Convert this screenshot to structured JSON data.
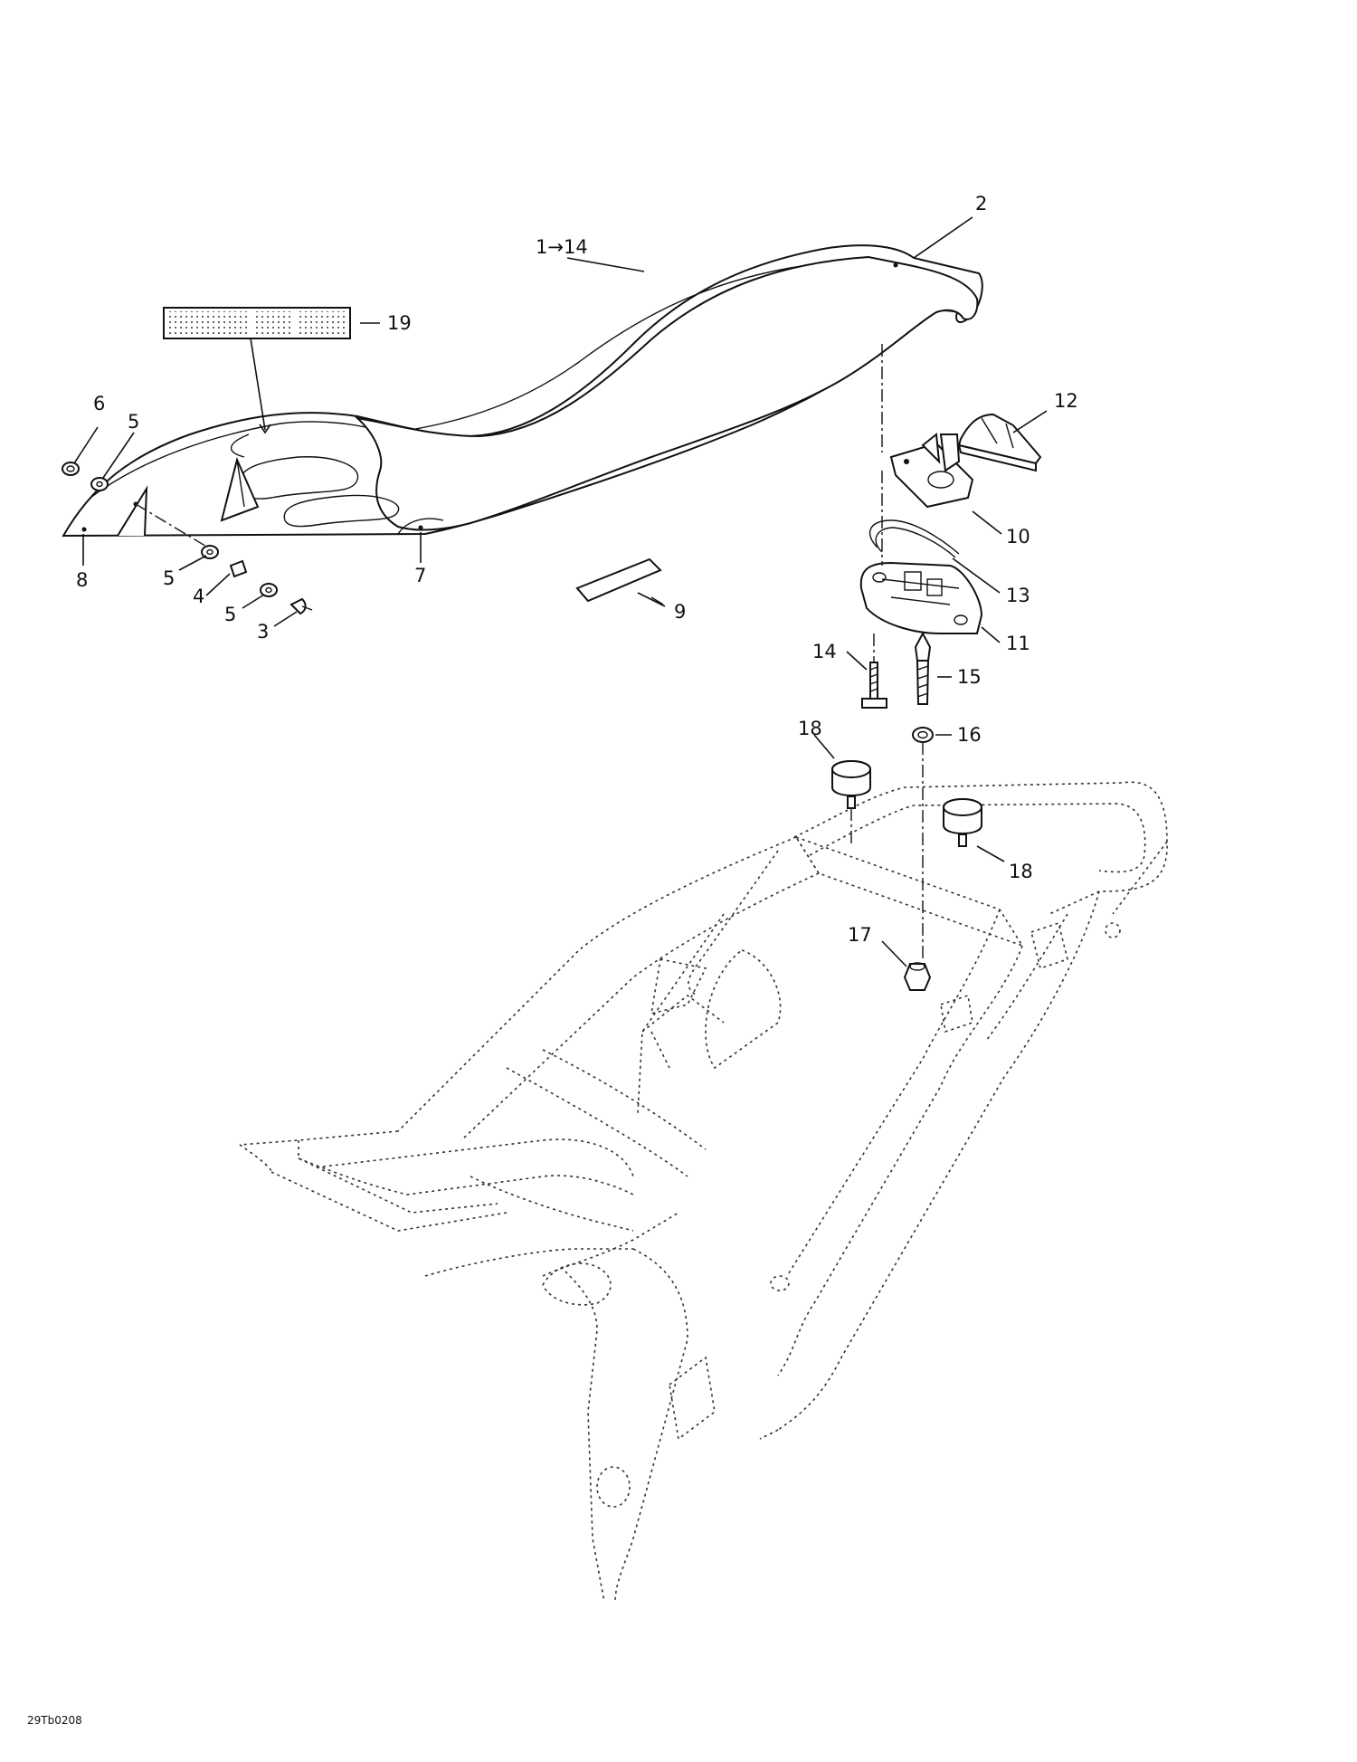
{
  "diagram_code": "29Tb0208",
  "callouts": [
    {
      "id": "c-1-14",
      "text": "1→14"
    },
    {
      "id": "c-2",
      "text": "2"
    },
    {
      "id": "c-19",
      "text": "19"
    },
    {
      "id": "c-12",
      "text": "12"
    },
    {
      "id": "c-6",
      "text": "6"
    },
    {
      "id": "c-5a",
      "text": "5"
    },
    {
      "id": "c-8",
      "text": "8"
    },
    {
      "id": "c-7",
      "text": "7"
    },
    {
      "id": "c-5b",
      "text": "5"
    },
    {
      "id": "c-4",
      "text": "4"
    },
    {
      "id": "c-5c",
      "text": "5"
    },
    {
      "id": "c-3",
      "text": "3"
    },
    {
      "id": "c-9",
      "text": "9"
    },
    {
      "id": "c-10",
      "text": "10"
    },
    {
      "id": "c-13",
      "text": "13"
    },
    {
      "id": "c-11",
      "text": "11"
    },
    {
      "id": "c-14",
      "text": "14"
    },
    {
      "id": "c-15",
      "text": "15"
    },
    {
      "id": "c-16",
      "text": "16"
    },
    {
      "id": "c-18a",
      "text": "18"
    },
    {
      "id": "c-18b",
      "text": "18"
    },
    {
      "id": "c-17",
      "text": "17"
    }
  ]
}
